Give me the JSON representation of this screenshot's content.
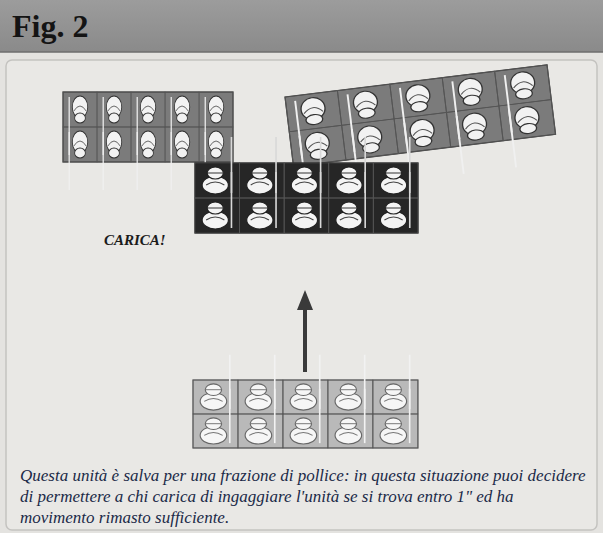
{
  "diagram": {
    "title": "Fig. 2",
    "caption": "Questa unità è salva per una frazione di pollice: in questa situazione puoi decidere di permettere a chi carica di ingaggiare l'unità se si trova entro 1\" ed ha movimento rimasto sufficiente.",
    "labels": [
      "CARICA!"
    ]
  }
}
